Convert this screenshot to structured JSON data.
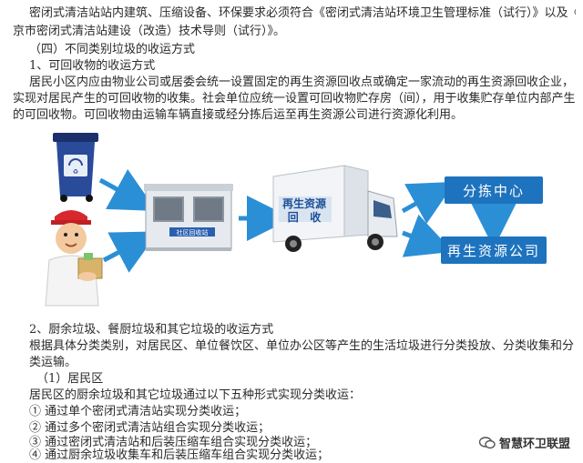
{
  "text": {
    "p1_line1": "密闭式清洁站站内建筑、压缩设备、环保要求必须符合《密闭式清洁站环境卫生管理标准（试行）》以及《北",
    "p1_line2": "京市密闭式清洁站建设（改造）技术导则（试行）》。",
    "sec4": "（四）不同类别垃圾的收运方式",
    "sub1": "1、可回收物的收运方式",
    "p2_line1": "居民小区内应由物业公司或居委会统一设置固定的再生资源回收点或确定一家流动的再生资源回收企业，",
    "p2_line2": "实现对居民产生的可回收物的收集。社会单位应统一设置可回收物贮存房（间），用于收集贮存单位内部产生",
    "p2_line3": "的可回收物。可回收物由运输车辆直接或经分拣后运至再生资源公司进行资源化利用。",
    "sub2": "2、厨余垃圾、餐厨垃圾和其它垃圾的收运方式",
    "p3": "根据具体分类类别，对居民区、单位餐饮区、单位办公区等产生的生活垃圾进行分类投放、分类收集和分类运输。",
    "sec1": "（1）居民区",
    "p4": "居民区的厨余垃圾和其它垃圾通过以下五种形式实现分类收运：",
    "items": [
      "① 通过单个密闭式清洁站实现分类收运；",
      "② 通过多个密闭式清洁站组合实现分类收运；",
      "③ 通过密闭式清洁站和后装压缩车组合实现分类收运；",
      "④ 通过厨余垃圾收集车和后装压缩车组合实现分类收运；"
    ]
  },
  "diagram": {
    "station_label": "社区回收站",
    "truck_label_line1": "再生资源",
    "truck_label_line2": "回   收",
    "sorting_center": "分拣中心",
    "recycling_company": "再生资源公司",
    "arrow_color": "#2b8fd6",
    "box_color": "#1e73be"
  },
  "watermark": {
    "text": "智慧环卫联盟"
  }
}
